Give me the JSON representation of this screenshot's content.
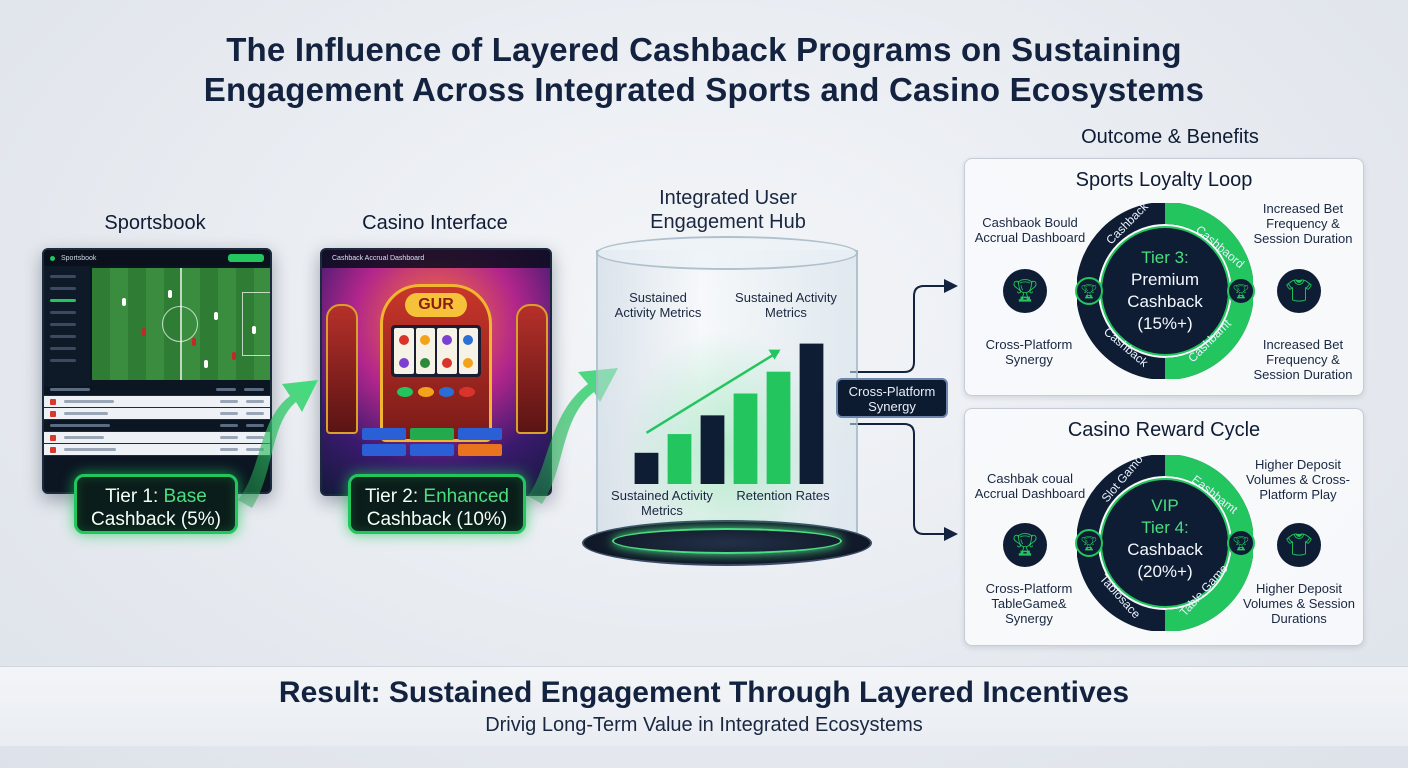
{
  "title": {
    "line1": "The Influence of Layered Cashback Programs on Sustaining",
    "line2": "Engagement Across Integrated Sports and Casino Ecosystems"
  },
  "sportsbook": {
    "label": "Sportsbook",
    "screen_header": "Sportsbook",
    "tier_badge": {
      "line1_prefix": "Tier 1: ",
      "line1_highlight": "Base",
      "line2": "Cashback (5%)"
    }
  },
  "casino": {
    "label": "Casino Interface",
    "screen_header": "Cashback Accrual Dashboard",
    "slot_sign": "GUR",
    "tier_badge": {
      "line1_prefix": "Tier 2: ",
      "line1_highlight": "Enhanced",
      "line2": "Cashback (10%)"
    }
  },
  "hub": {
    "title_line1": "Integrated User",
    "title_line2": "Engagement Hub",
    "label_top_left": "Sustained Activity Metrics",
    "label_top_right": "Sustained Activity Metrics",
    "label_bottom_left": "Sustained Activity Metrics",
    "label_bottom_right": "Retention Rates",
    "chart_data": {
      "type": "bar",
      "values": [
        20,
        32,
        44,
        58,
        72,
        90
      ],
      "ylim": [
        0,
        100
      ],
      "colors": [
        "#0e1d33",
        "#22c55e",
        "#0e1d33",
        "#22c55e",
        "#22c55e",
        "#0e1d33"
      ]
    }
  },
  "cross_platform": {
    "line1": "Cross-Platform",
    "line2": "Synergy"
  },
  "outcome": {
    "heading": "Outcome & Benefits",
    "sports_loop": {
      "title": "Sports Loyalty Loop",
      "left_top": "Cashbaok Bould Accrual Dashboard",
      "left_bottom": "Cross-Platform Synergy",
      "right_top": "Increased Bet Frequency & Session Duration",
      "right_bottom": "Increased Bet Frequency & Session Duration",
      "ring_labels": [
        "Cashback",
        "Cashbaord",
        "Cashback",
        "Cashbamt"
      ],
      "center": {
        "tier": "Tier 3:",
        "line1": "Premium",
        "line2": "Cashback",
        "line3": "(15%+)"
      }
    },
    "casino_cycle": {
      "title": "Casino Reward Cycle",
      "left_top": "Cashbak coual Accrual Dashboard",
      "left_bottom": "Cross-Platform TableGame& Synergy",
      "right_top": "Higher Deposit Volumes & Cross-Platform Play",
      "right_bottom": "Higher Deposit Volumes & Session Durations",
      "ring_labels": [
        "Slot Gamo",
        "Eashbamt",
        "Tablosace",
        "Table Game"
      ],
      "center": {
        "tier": "VIP",
        "line1": "Tier 4:",
        "line2": "Cashback",
        "line3": "(20%+)"
      }
    }
  },
  "footer": {
    "result": "Result: Sustained Engagement Through Layered Incentives",
    "subtitle": "Drivig Long-Term Value in Integrated Ecosystems"
  },
  "icons": {
    "trophy": "trophy-icon",
    "shirt": "jersey-icon",
    "arrow": "arrow-icon"
  }
}
